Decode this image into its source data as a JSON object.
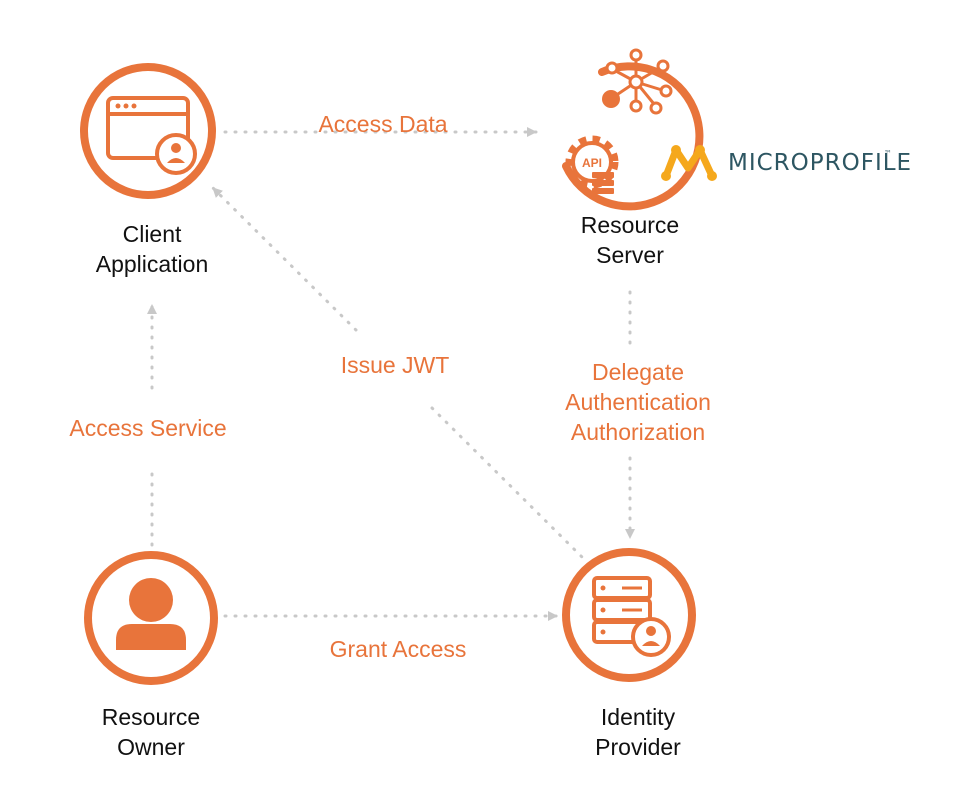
{
  "colors": {
    "accent": "#e8743b",
    "arrow": "#c8c8c8",
    "text": "#111111",
    "brand_yellow": "#f5a81c",
    "brand_text": "#2d5662"
  },
  "nodes": {
    "client": {
      "line1": "Client",
      "line2": "Application",
      "icon": "browser-window-user-icon"
    },
    "resource_server": {
      "line1": "Resource",
      "line2": "Server",
      "icon": "api-gear-network-icon"
    },
    "resource_owner": {
      "line1": "Resource",
      "line2": "Owner",
      "icon": "person-icon"
    },
    "identity_provider": {
      "line1": "Identity",
      "line2": "Provider",
      "icon": "server-user-icon"
    }
  },
  "edges": {
    "access_data": "Access Data",
    "issue_jwt": "Issue JWT",
    "access_service": "Access Service",
    "grant_access": "Grant Access",
    "delegate": {
      "line1": "Delegate",
      "line2": "Authentication",
      "line3": "Authorization"
    }
  },
  "brand": {
    "name": "MICROPROFILE",
    "mark": "™"
  }
}
